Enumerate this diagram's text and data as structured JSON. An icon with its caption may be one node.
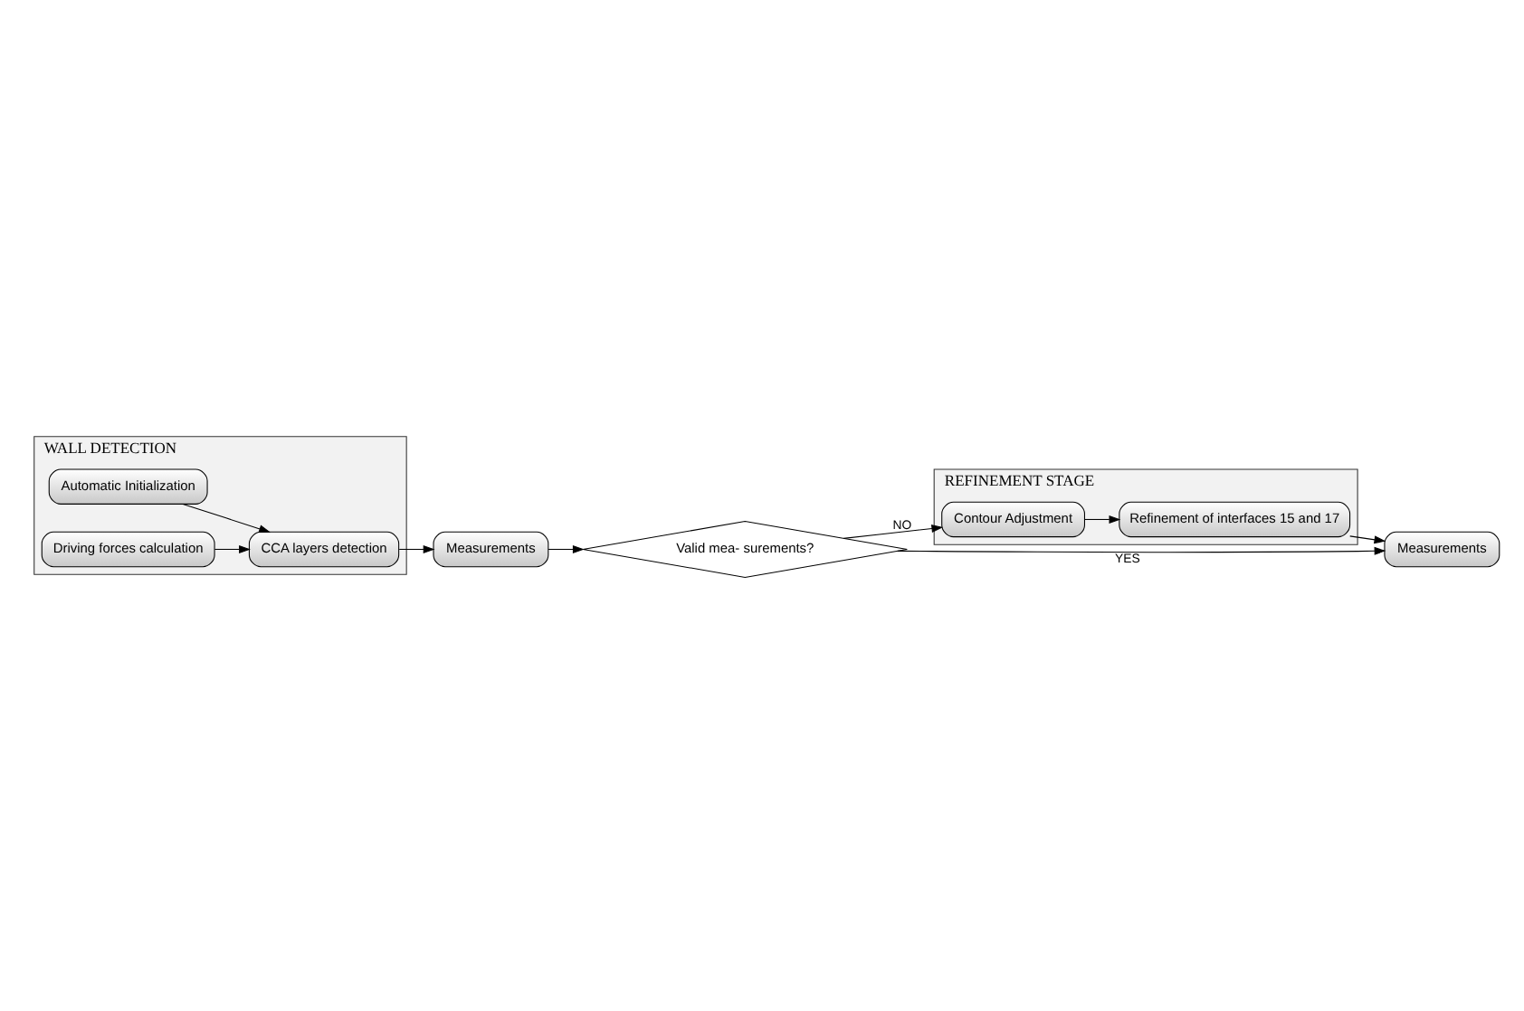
{
  "diagram": {
    "nodes": [
      {
        "text": [
          "WALL DETECTION"
        ]
      },
      {
        "text": [
          "Automatic Initialization"
        ],
        "in": 0
      },
      {
        "text": [
          "Driving forces calculation"
        ],
        "in": 0
      },
      {
        "text": [
          "CCA layers detection"
        ],
        "in": 0
      },
      {
        "text": [
          "Measurements"
        ]
      },
      {
        "text": [
          "Valid mea- surements?"
        ]
      },
      {
        "text": [
          "REFINEMENT STAGE"
        ]
      },
      {
        "text": [
          "Contour Adjustment"
        ],
        "in": 6
      },
      {
        "text": [
          "Refinement of interfaces 15 and 17"
        ],
        "in": 6
      },
      {
        "text": [
          "Measurements"
        ]
      }
    ],
    "edges": [
      {
        "from": 1,
        "to": 3,
        "arrow": "to"
      },
      {
        "from": 2,
        "to": 3,
        "arrow": "to"
      },
      {
        "from": 3,
        "to": 4,
        "arrow": "to"
      },
      {
        "from": 4,
        "to": 5,
        "arrow": "to"
      },
      {
        "from": 5,
        "to": 7,
        "arrow": "to",
        "label": "NO"
      },
      {
        "from": 5,
        "to": 9,
        "arrow": "to",
        "label": "YES"
      },
      {
        "from": 7,
        "to": 8,
        "arrow": "to"
      },
      {
        "from": 8,
        "to": 9,
        "arrow": "to"
      }
    ]
  }
}
